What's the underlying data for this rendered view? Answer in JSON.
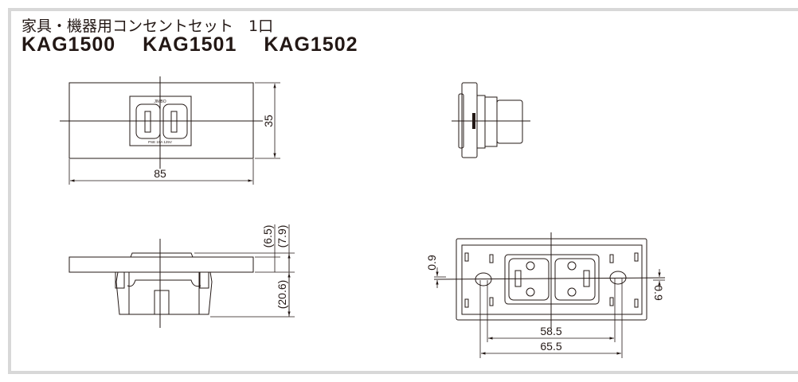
{
  "header": {
    "title": "家具・機器用コンセントセット　1口",
    "models": [
      "KAG1500",
      "KAG1501",
      "KAG1502"
    ]
  },
  "dimensions": {
    "front_width": "85",
    "front_height": "35",
    "side_plate": "(6.5)",
    "side_total_top": "(7.9)",
    "side_depth": "(20.6)",
    "rear_inner_pitch": "58.5",
    "rear_outer_pitch": "65.5",
    "rear_offset_left": "0.9",
    "rear_offset_right": "0.9"
  },
  "colors": {
    "line": "#231815",
    "frame": "#d8d8d8"
  }
}
